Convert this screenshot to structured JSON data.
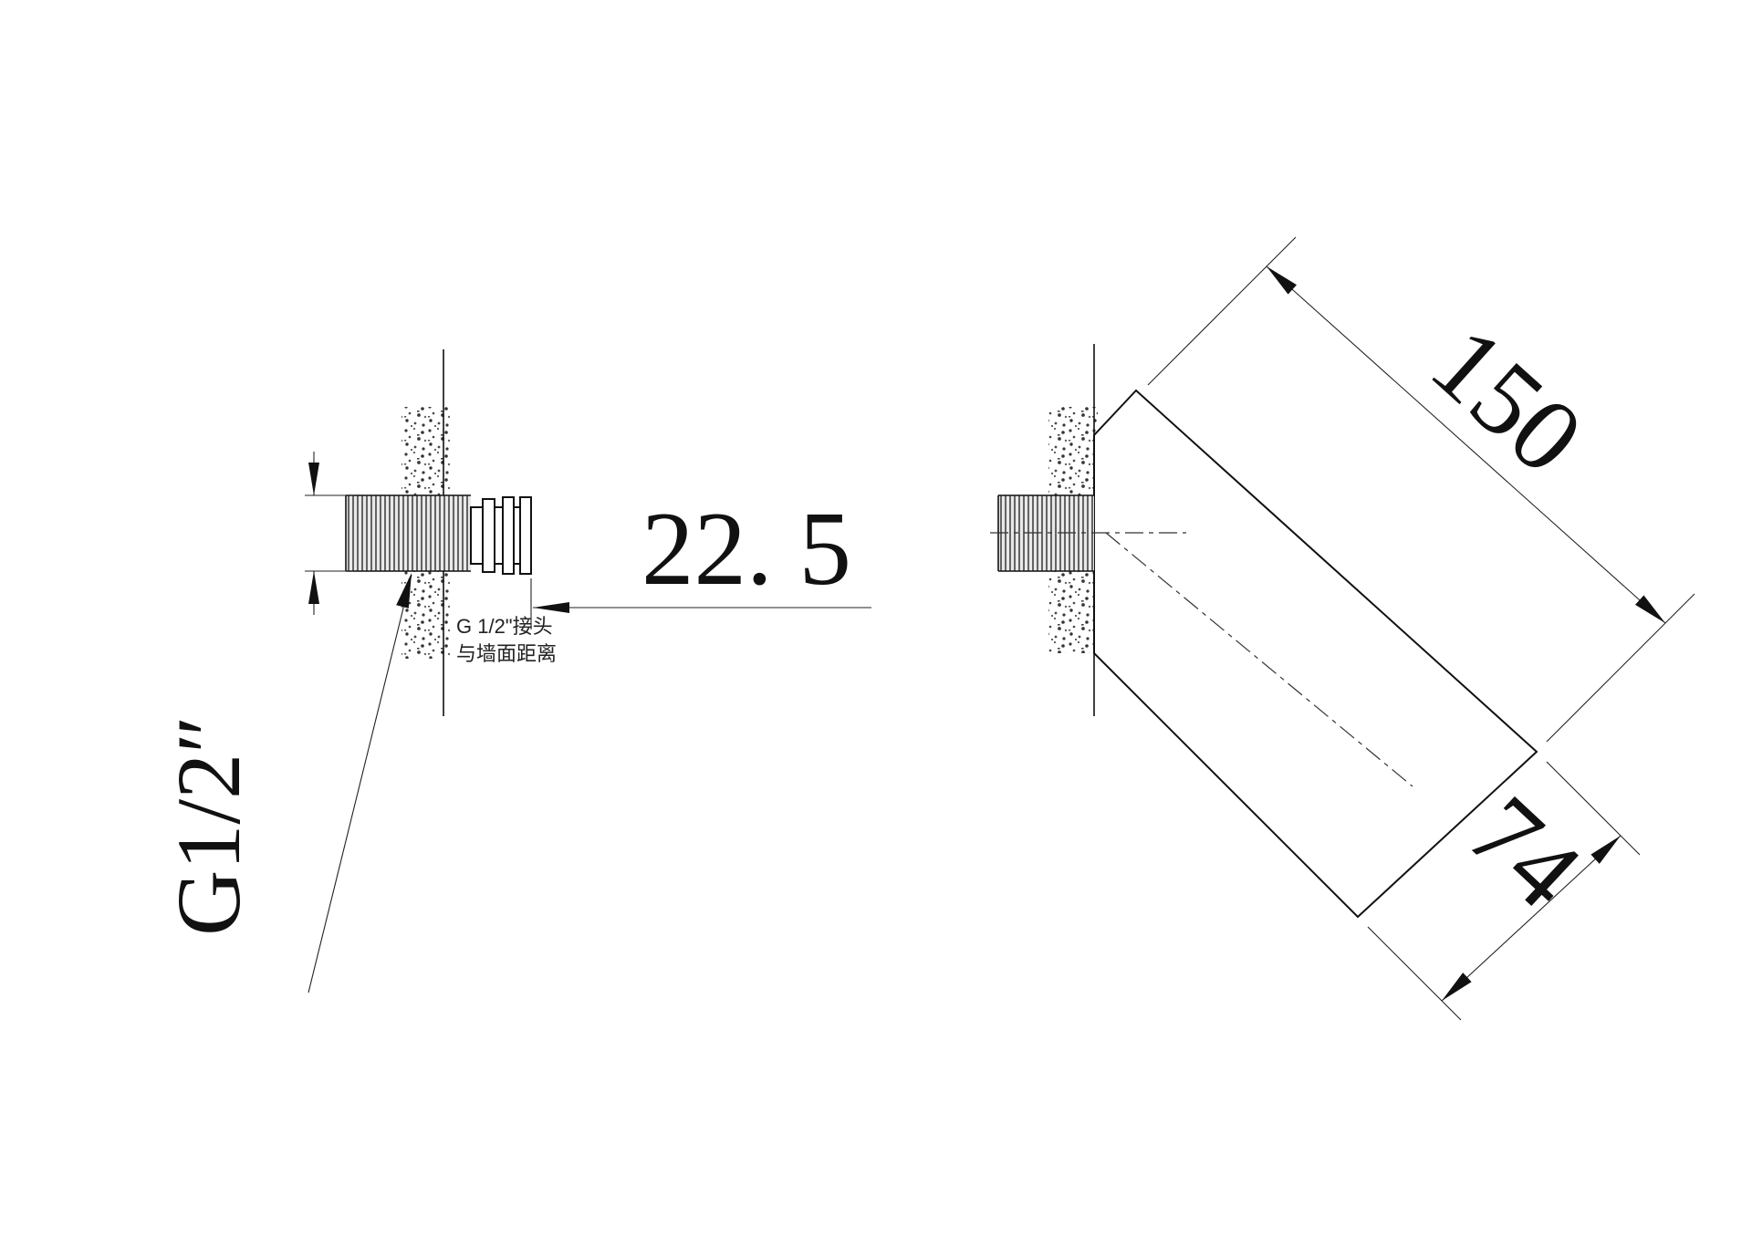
{
  "drawing": {
    "background": "#ffffff",
    "line_color": "#111111",
    "views": {
      "left": {
        "thread_label": "G1/2″",
        "wall_distance": "22. 5",
        "note_line1": "G 1/2\"接头",
        "note_line2": "与墙面距离"
      },
      "right": {
        "length": "150",
        "width": "74"
      }
    }
  }
}
